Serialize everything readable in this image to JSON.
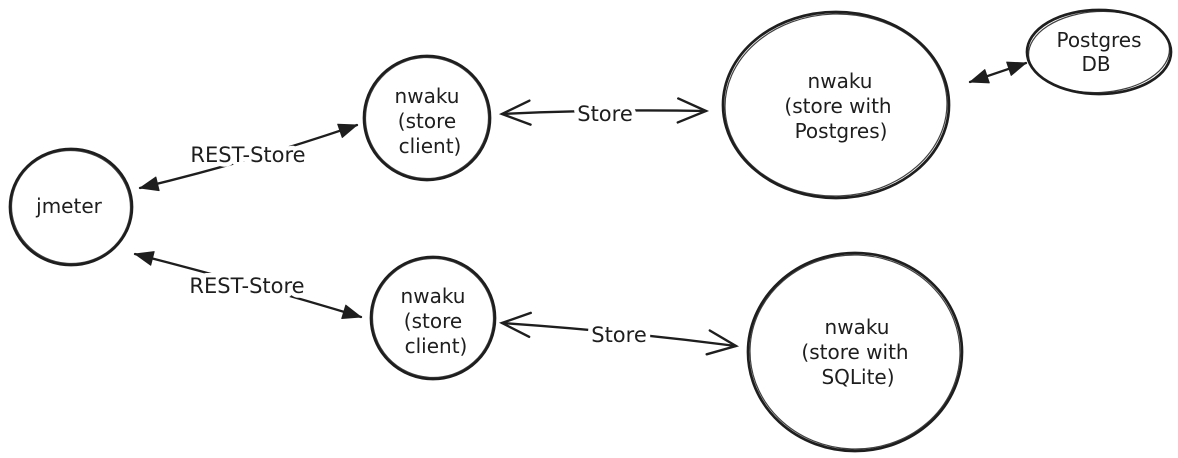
{
  "diagram": {
    "background_color": "#ffffff",
    "stroke_color": "#1e1e1e",
    "nodes": {
      "jmeter": {
        "label": "jmeter"
      },
      "store_client_top": {
        "line1": "nwaku",
        "line2": "(store",
        "line3": "client)"
      },
      "store_client_bottom": {
        "line1": "nwaku",
        "line2": "(store",
        "line3": "client)"
      },
      "store_postgres": {
        "line1": "nwaku",
        "line2": "(store with",
        "line3": "Postgres)"
      },
      "store_sqlite": {
        "line1": "nwaku",
        "line2": "(store with",
        "line3": "SQLite)"
      },
      "postgres_db": {
        "line1": "Postgres",
        "line2": "DB"
      }
    },
    "edges": {
      "rest_store_top": {
        "label": "REST-Store",
        "arrowheads": "filled-both-ends"
      },
      "rest_store_bottom": {
        "label": "REST-Store",
        "arrowheads": "filled-both-ends"
      },
      "store_top": {
        "label": "Store",
        "arrowheads": "open-both-ends"
      },
      "store_bottom": {
        "label": "Store",
        "arrowheads": "open-both-ends"
      },
      "postgres_db_link": {
        "label": "",
        "arrowheads": "filled-both-ends"
      }
    }
  }
}
